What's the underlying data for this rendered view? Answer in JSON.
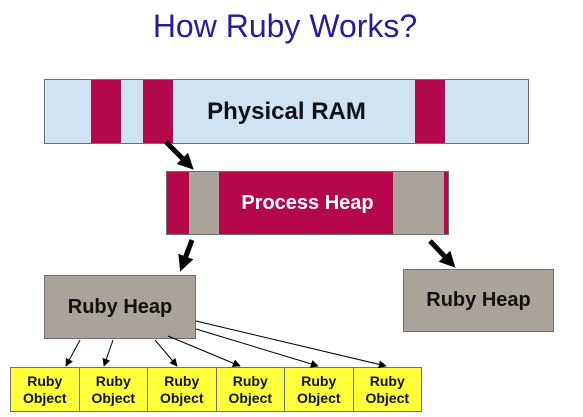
{
  "title": "How Ruby Works?",
  "physical_ram": {
    "label": "Physical RAM",
    "background_color": "#cfe4f2",
    "used_segment_color": "#b5084a"
  },
  "process_heap": {
    "label": "Process Heap",
    "background_color": "#b5084a",
    "segment_color": "#a9a39c"
  },
  "ruby_heaps": [
    {
      "label": "Ruby Heap"
    },
    {
      "label": "Ruby Heap"
    }
  ],
  "ruby_objects": [
    {
      "line1": "Ruby",
      "line2": "Object"
    },
    {
      "line1": "Ruby",
      "line2": "Object"
    },
    {
      "line1": "Ruby",
      "line2": "Object"
    },
    {
      "line1": "Ruby",
      "line2": "Object"
    },
    {
      "line1": "Ruby",
      "line2": "Object"
    },
    {
      "line1": "Ruby",
      "line2": "Object"
    }
  ],
  "colors": {
    "title": "#2a1a9e",
    "ruby_heap": "#a9a39c",
    "ruby_object": "#ffff3a"
  }
}
